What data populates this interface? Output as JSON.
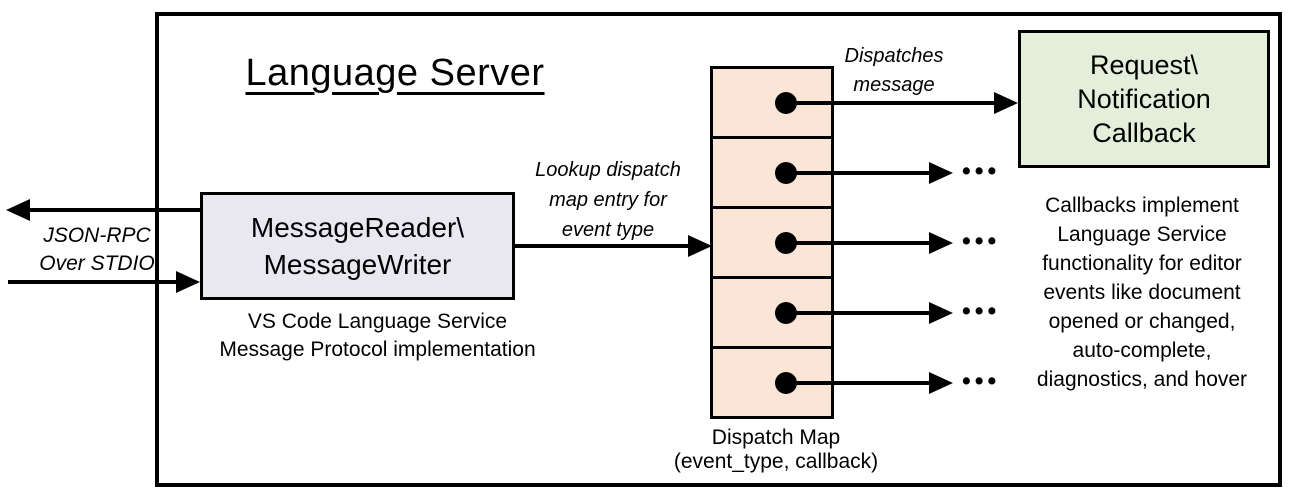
{
  "colors": {
    "message_box_fill": "#E9E7EF",
    "dispatch_cell_fill": "#FBE5D6",
    "callback_box_fill": "#E3EFDB",
    "line_color": "#000000"
  },
  "title": "Language Server",
  "message_box": {
    "label": "MessageReader\\\nMessageWriter",
    "caption": "VS Code Language Service\nMessage Protocol implementation"
  },
  "stdio_label": "JSON-RPC\nOver STDIO",
  "lookup_label": "Lookup dispatch\nmap entry for\nevent type",
  "dispatches_label": "Dispatches\nmessage",
  "callback_box": {
    "label": "Request\\\nNotification\nCallback",
    "caption": "Callbacks implement\nLanguage Service\nfunctionality for editor\nevents like document\nopened or changed,\nauto-complete,\ndiagnostics, and hover"
  },
  "dispatch_map": {
    "label": "Dispatch Map\n(event_type, callback)",
    "cell_count": 5
  },
  "ellipsis": "•••"
}
